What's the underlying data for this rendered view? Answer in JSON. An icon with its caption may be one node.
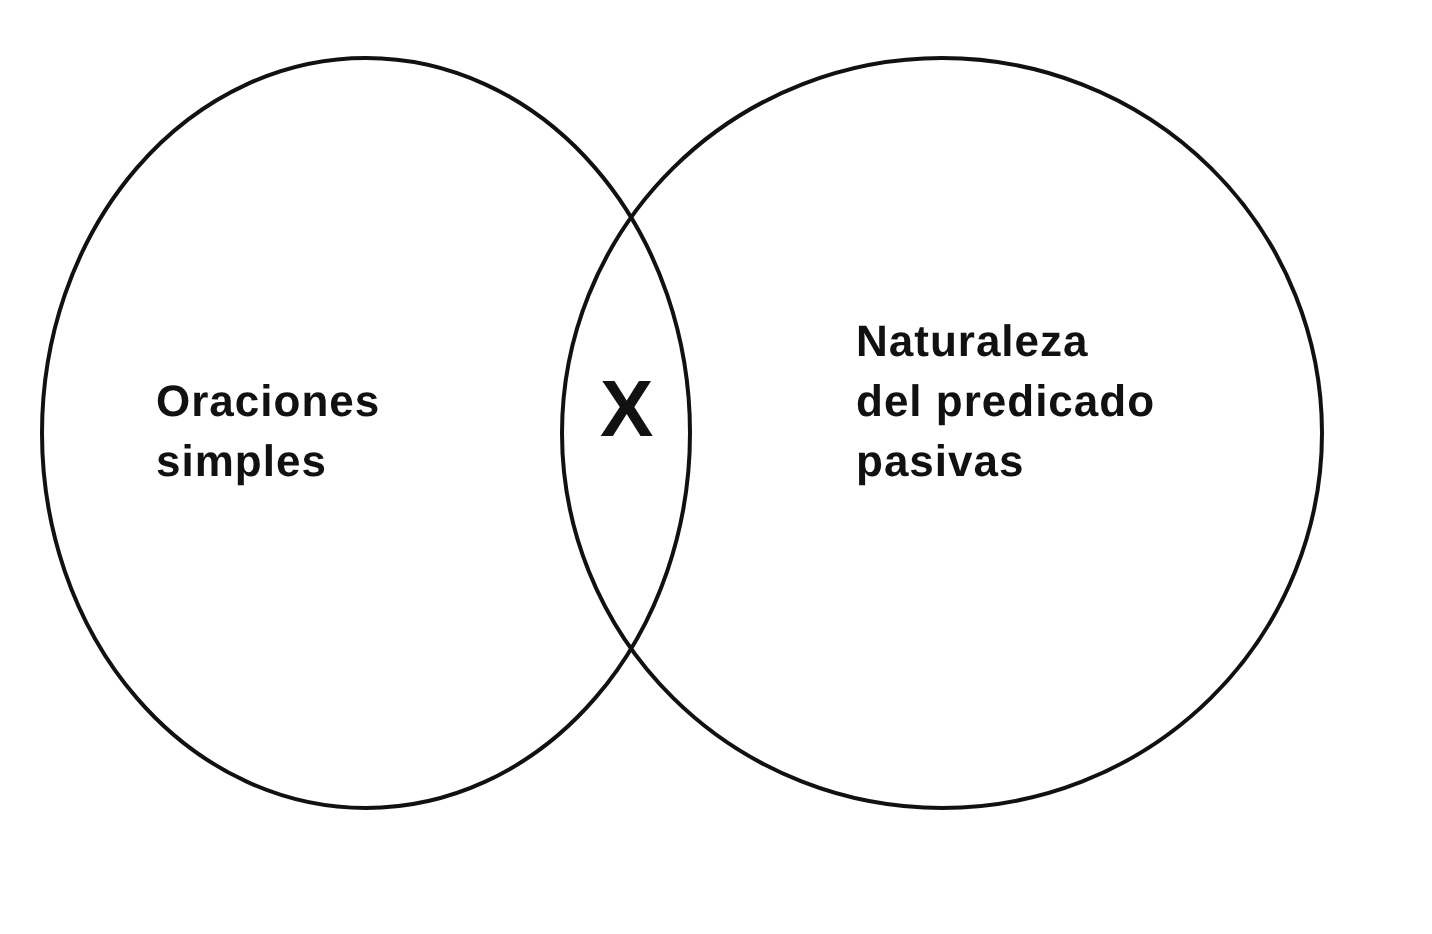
{
  "diagram": {
    "nodes": [
      {
        "text": [
          "Oraciones simples"
        ]
      },
      {
        "text": [
          "Naturaleza del predicado pasivas"
        ]
      }
    ],
    "labels": [
      "X"
    ]
  }
}
